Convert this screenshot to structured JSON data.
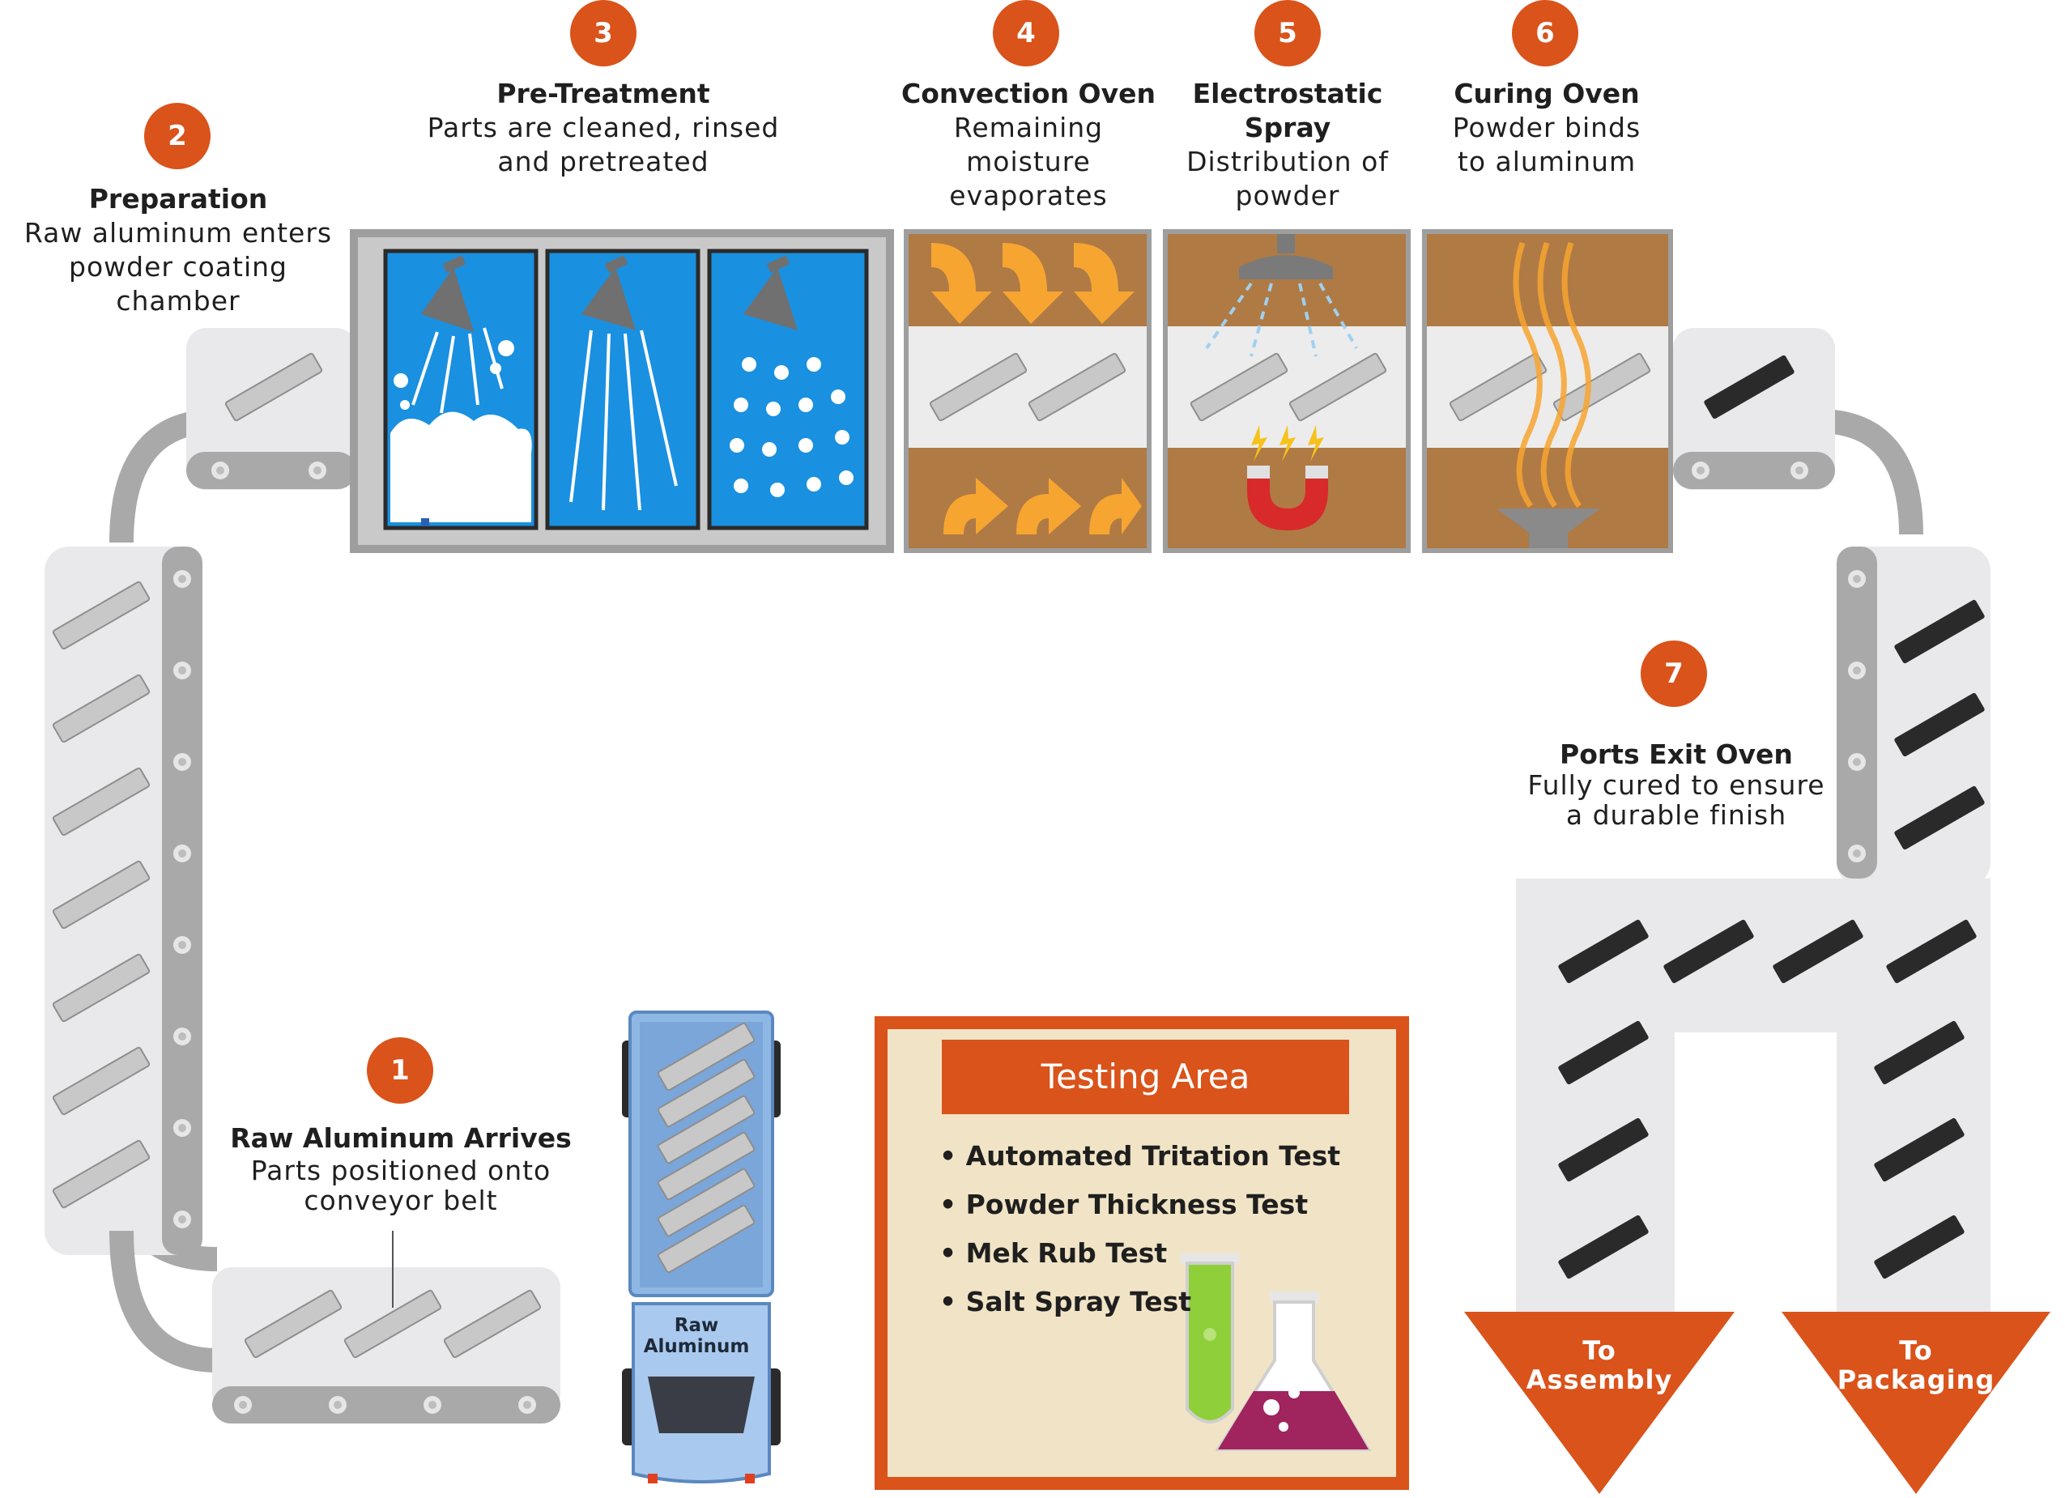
{
  "colors": {
    "accent_orange": "#d9531b",
    "conveyor_gray": "#a9a9a9",
    "belt_light": "#e9e9ec",
    "pretreat_blue": "#1a90e0",
    "oven_brown": "#b07a45",
    "heat_orange": "#f7a531",
    "testing_bg": "#f1e4c6",
    "part_raw": "#c8c8c8",
    "part_coated": "#2a2a2a"
  },
  "steps": [
    {
      "number": "1",
      "title": "Raw Aluminum Arrives",
      "lines": [
        "Parts positioned onto",
        "conveyor belt"
      ]
    },
    {
      "number": "2",
      "title": "Preparation",
      "lines": [
        "Raw aluminum enters",
        "powder coating",
        "chamber"
      ]
    },
    {
      "number": "3",
      "title": "Pre-Treatment",
      "lines": [
        "Parts are cleaned, rinsed",
        "and pretreated"
      ]
    },
    {
      "number": "4",
      "title": "Convection Oven",
      "lines": [
        "Remaining",
        "moisture",
        "evaporates"
      ]
    },
    {
      "number": "5",
      "title_lines": [
        "Electrostatic",
        "Spray"
      ],
      "lines": [
        "Distribution of",
        "powder"
      ]
    },
    {
      "number": "6",
      "title": "Curing Oven",
      "lines": [
        "Powder binds",
        "to aluminum"
      ]
    },
    {
      "number": "7",
      "title": "Ports Exit Oven",
      "lines": [
        "Fully cured to ensure",
        "a durable finish"
      ]
    }
  ],
  "testing_area": {
    "title": "Testing Area",
    "tests": [
      "Automated Tritation Test",
      "Powder Thickness Test",
      "Mek Rub Test",
      "Salt Spray Test"
    ]
  },
  "truck": {
    "label_lines": [
      "Raw",
      "Aluminum"
    ]
  },
  "exits": [
    {
      "lines": [
        "To",
        "Assembly"
      ]
    },
    {
      "lines": [
        "To",
        "Packaging"
      ]
    }
  ],
  "icons": [
    "shower-icon",
    "water-drops-icon",
    "heat-arrow-icon",
    "spray-nozzle-icon",
    "magnet-icon",
    "lightning-icon",
    "heat-wave-icon",
    "test-tube-icon",
    "flask-icon",
    "truck-icon"
  ]
}
